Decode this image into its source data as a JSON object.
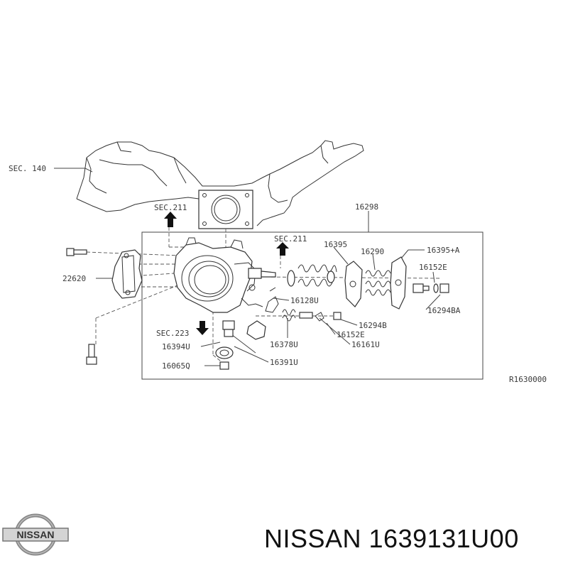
{
  "diagram": {
    "labels": {
      "sec140": "SEC. 140",
      "sec211a": "SEC.211",
      "sec211b": "SEC.211",
      "sec223": "SEC.223",
      "p16298": "16298",
      "p22620": "22620",
      "p16395": "16395",
      "p16290": "16290",
      "p16395a": "16395+A",
      "p16152e_a": "16152E",
      "p16294ba": "16294BA",
      "p16128u": "16128U",
      "p16294b": "16294B",
      "p16152e_b": "16152E",
      "p16161u": "16161U",
      "p16378u": "16378U",
      "p16394u": "16394U",
      "p16065q": "16065Q",
      "p16391u": "16391U",
      "ref": "R1630000"
    }
  },
  "brand": {
    "logo_text": "NISSAN",
    "caption": "NISSAN 1639131U00"
  }
}
